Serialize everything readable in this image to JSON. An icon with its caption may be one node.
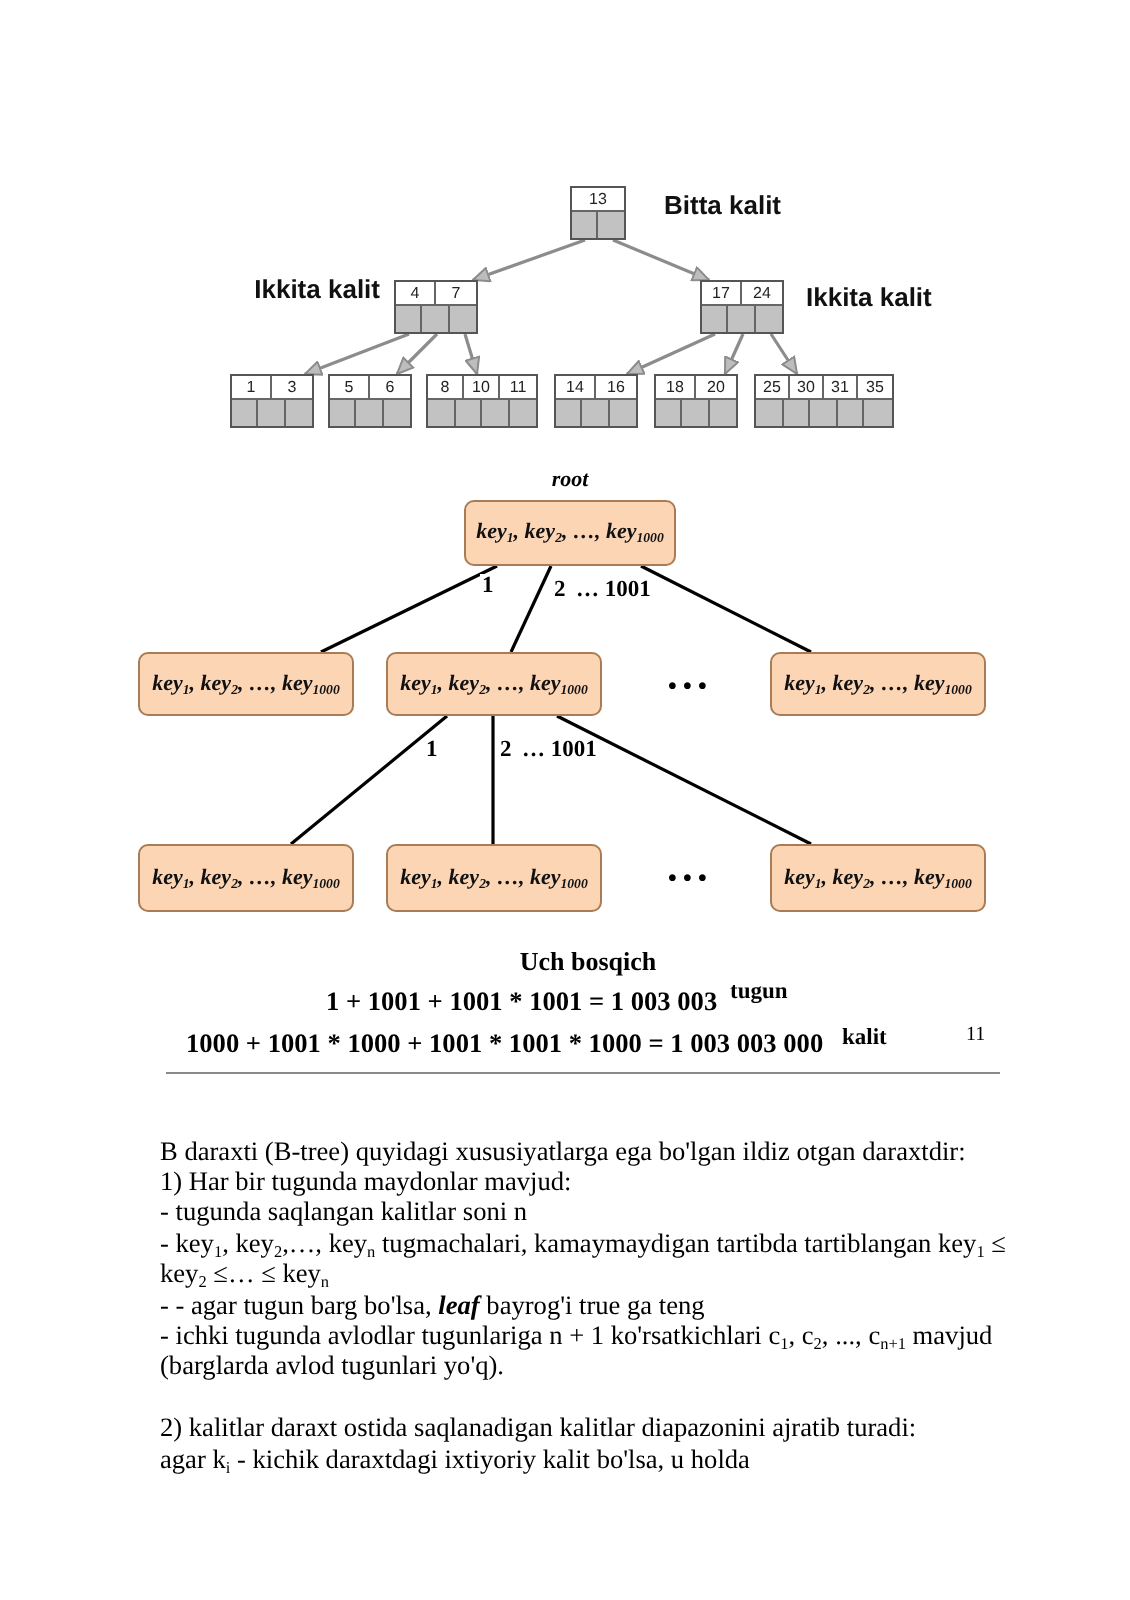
{
  "diagram": {
    "nodes": [
      {
        "text": [
          "13"
        ],
        "beside": [
          "Bitta kalit"
        ]
      },
      {
        "text": [
          "4",
          "7"
        ],
        "beside": [
          "Ikkita kalit"
        ]
      },
      {
        "text": [
          "17",
          "24"
        ],
        "beside": [
          "Ikkita kalit"
        ]
      },
      {
        "text": [
          "1",
          "3"
        ]
      },
      {
        "text": [
          "5",
          "6"
        ]
      },
      {
        "text": [
          "8",
          "10",
          "11"
        ]
      },
      {
        "text": [
          "14",
          "16"
        ]
      },
      {
        "text": [
          "18",
          "20"
        ]
      },
      {
        "text": [
          "25",
          "30",
          "31",
          "35"
        ]
      },
      {
        "text": [
          "key$_{1}$, key$_{2}$, …, key$_{1000}$"
        ],
        "beside": [
          "root"
        ]
      },
      {
        "text": [
          "key$_{1}$, key$_{2}$, …, key$_{1000}$"
        ]
      },
      {
        "text": [
          "key$_{1}$, key$_{2}$, …, key$_{1000}$"
        ]
      },
      {
        "text": [
          "key$_{1}$, key$_{2}$, …, key$_{1000}$"
        ]
      },
      {
        "text": [
          "key$_{1}$, key$_{2}$, …, key$_{1000}$"
        ]
      },
      {
        "text": [
          "key$_{1}$, key$_{2}$, …, key$_{1000}$"
        ]
      },
      {
        "text": [
          "key$_{1}$, key$_{2}$, …, key$_{1000}$"
        ]
      }
    ],
    "edges": [
      {
        "from": 0,
        "to": 1,
        "arrow": "to"
      },
      {
        "from": 0,
        "to": 2,
        "arrow": "to"
      },
      {
        "from": 1,
        "to": 3,
        "arrow": "to"
      },
      {
        "from": 1,
        "to": 4,
        "arrow": "to"
      },
      {
        "from": 1,
        "to": 5,
        "arrow": "to"
      },
      {
        "from": 2,
        "to": 6,
        "arrow": "to"
      },
      {
        "from": 2,
        "to": 7,
        "arrow": "to"
      },
      {
        "from": 2,
        "to": 8,
        "arrow": "to"
      },
      {
        "from": 9,
        "to": 10,
        "arrow": "none",
        "label": "1",
        "color": "#000000"
      },
      {
        "from": 9,
        "to": 11,
        "arrow": "none",
        "label": "2",
        "color": "#000000"
      },
      {
        "from": 9,
        "to": 12,
        "arrow": "none",
        "color": "#000000"
      },
      {
        "from": 11,
        "to": 13,
        "arrow": "none",
        "label": "1",
        "color": "#000000"
      },
      {
        "from": 11,
        "to": 14,
        "arrow": "none",
        "label": "2",
        "color": "#000000"
      },
      {
        "from": 11,
        "to": 15,
        "arrow": "none",
        "color": "#000000"
      }
    ],
    "labels": [
      "… 1001",
      "• • •",
      "… 1001",
      "• • •",
      "Uch bosqich",
      "1 + 1001 + 1001 * 1001 = 1 003 003",
      "tugun",
      "1000 + 1001 * 1000 + 1001 * 1001 * 1000 = 1 003 003 000",
      "kalit",
      "11",
      "B daraxti (B-tree) quyidagi xususiyatlarga ega bo'lgan ildiz otgan daraxtdir:",
      "1) Har bir tugunda maydonlar mavjud:",
      "- tugunda saqlangan kalitlar soni n",
      "- key$_{1}$, key$_{2}$,…, key$_{n}$ tugmachalari, kamaymaydigan tartibda tartiblangan key$_{1}$ ≤ key$_{2}$ ≤… ≤ key$_{n}$",
      "- - agar tugun barg bo'lsa, **leaf** bayrog'i true ga teng",
      "- ichki tugunda avlodlar tugunlariga n + 1 ko'rsatkichlari c$_{1}$, c$_{2}$, ..., c$_{n+1}$ mavjud (barglarda avlod tugunlari yo'q).",
      "2) kalitlar daraxt ostida saqlanadigan kalitlar diapazonini ajratib turadi:",
      "agar k$_{i}$ - kichik daraxtdagi ixtiyoriy kalit bo'lsa, u holda"
    ]
  }
}
